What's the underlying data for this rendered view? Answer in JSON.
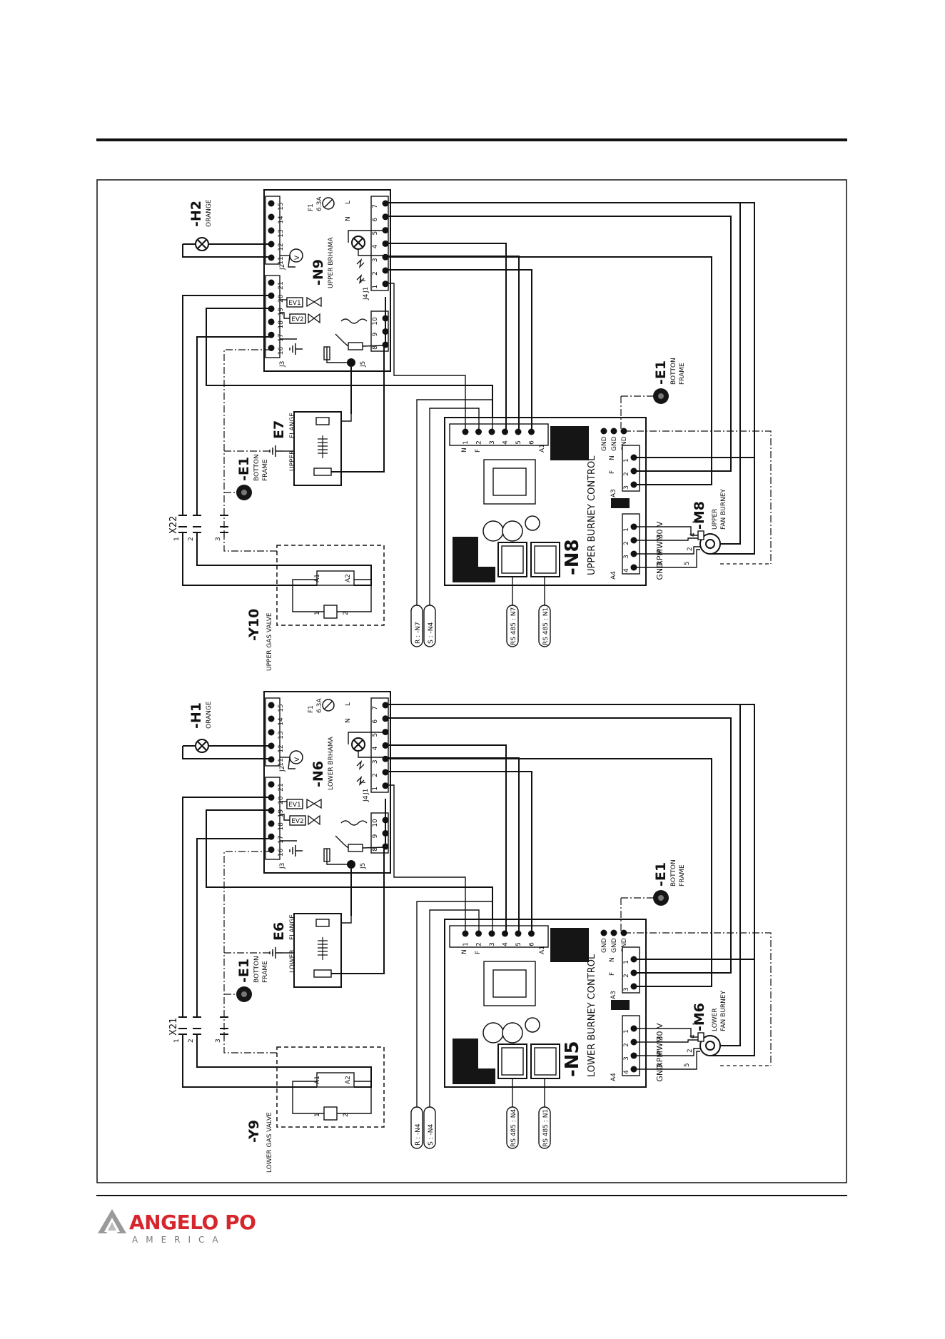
{
  "brand": {
    "name": "ANGELO PO",
    "subtitle": "AMERICA",
    "accent": "#d6262d"
  },
  "colors": {
    "line": "#111111",
    "paper": "#ffffff"
  },
  "icons": [
    "lamp-icon",
    "ground-icon",
    "motor-icon",
    "solenoid-valve-icon",
    "fuse-icon"
  ],
  "upper": {
    "lamp": {
      "id": "-H2",
      "color": "ORANGE"
    },
    "board": {
      "id": "-N9",
      "name": "UPPER BRHAMA",
      "fuse": "F1",
      "fuse_rating": "6.3A",
      "connectors": [
        "J1",
        "J2",
        "J3",
        "J4",
        "J5"
      ],
      "j2_pins": [
        "11",
        "12",
        "13",
        "14",
        "15"
      ],
      "j3_pins": [
        "16",
        "17",
        "18",
        "19",
        "20",
        "21"
      ],
      "j4_pins": [
        "8",
        "9",
        "10"
      ],
      "j1_pins": [
        "1",
        "2",
        "3",
        "4",
        "5",
        "6",
        "7"
      ],
      "n_label": "N",
      "l_label": "L",
      "t_label": "T",
      "ev1": "EV1",
      "ev2": "EV2",
      "v": "V"
    },
    "frame_ground_left": {
      "id": "-E1",
      "line1": "BOTTON",
      "line2": "FRAME"
    },
    "frame_ground_right": {
      "id": "-E1",
      "line1": "BOTTON",
      "line2": "FRAME"
    },
    "flange": {
      "id": "E7",
      "line1": "UPPER",
      "line2": "FLANGE"
    },
    "terminal": {
      "id": "X22",
      "pin1": "1",
      "pin2": "2",
      "pin3": "3"
    },
    "valve": {
      "id": "-Y10",
      "name": "UPPER GAS VALVE",
      "a1": "A1",
      "a2": "A2",
      "c1": "1",
      "c2": "2"
    },
    "controller": {
      "id": "-N8",
      "name": "UPPER BURNEY CONTROL",
      "a1_pins": [
        "1",
        "2",
        "3",
        "4",
        "5",
        "6"
      ],
      "a1": "A1",
      "n": "N",
      "f": "F",
      "gnd": [
        "GND",
        "GND",
        "GND"
      ],
      "a3": "A3",
      "a3_pins": [
        "1",
        "2",
        "3"
      ],
      "a3_n": "N",
      "a3_f": "F",
      "a4": "A4",
      "a4_pins": [
        "1",
        "2",
        "3",
        "4"
      ],
      "a4_signals": [
        "30 V",
        "PWM",
        "RPM",
        "GND"
      ]
    },
    "fan": {
      "id": "-M8",
      "line1": "UPPER",
      "line2": "FAN BURNEY",
      "pins": [
        "1",
        "4",
        "2",
        "5"
      ]
    },
    "tags": {
      "r": "R : -N7",
      "s": "S : -N4",
      "rs1": "RS 485 : N7",
      "rs2": "RS 485 : N1"
    }
  },
  "lower": {
    "lamp": {
      "id": "-H1",
      "color": "ORANGE"
    },
    "board": {
      "id": "-N6",
      "name": "LOWER BRHAMA",
      "fuse": "F1",
      "fuse_rating": "6.3A",
      "connectors": [
        "J1",
        "J2",
        "J3",
        "J4",
        "J5"
      ],
      "j2_pins": [
        "11",
        "12",
        "13",
        "14",
        "15"
      ],
      "j3_pins": [
        "16",
        "17",
        "18",
        "19",
        "20",
        "21"
      ],
      "j4_pins": [
        "8",
        "9",
        "10"
      ],
      "j1_pins": [
        "1",
        "2",
        "3",
        "4",
        "5",
        "6",
        "7"
      ],
      "n_label": "N",
      "l_label": "L",
      "t_label": "T",
      "ev1": "EV1",
      "ev2": "EV2",
      "v": "V"
    },
    "frame_ground_left": {
      "id": "-E1",
      "line1": "BOTTON",
      "line2": "FRAME"
    },
    "frame_ground_right": {
      "id": "-E1",
      "line1": "BOTTON",
      "line2": "FRAME"
    },
    "flange": {
      "id": "E6",
      "line1": "LOWER",
      "line2": "FLANGE"
    },
    "terminal": {
      "id": "X21",
      "pin1": "1",
      "pin2": "2",
      "pin3": "3"
    },
    "valve": {
      "id": "-Y9",
      "name": "LOWER GAS VALVE",
      "a1": "A1",
      "a2": "A2",
      "c1": "1",
      "c2": "2"
    },
    "controller": {
      "id": "-N5",
      "name": "LOWER BURNEY CONTROL",
      "a1_pins": [
        "1",
        "2",
        "3",
        "4",
        "5",
        "6"
      ],
      "a1": "A1",
      "n": "N",
      "f": "F",
      "gnd": [
        "GND",
        "GND",
        "GND"
      ],
      "a3": "A3",
      "a3_pins": [
        "1",
        "2",
        "3"
      ],
      "a3_n": "N",
      "a3_f": "F",
      "a4": "A4",
      "a4_pins": [
        "1",
        "2",
        "3",
        "4"
      ],
      "a4_signals": [
        "30 V",
        "PWM",
        "RPM",
        "GND"
      ]
    },
    "fan": {
      "id": "-M6",
      "line1": "LOWER",
      "line2": "FAN BURNEY",
      "pins": [
        "1",
        "4",
        "2",
        "5"
      ]
    },
    "tags": {
      "r": "R : -N4",
      "s": "S : -N4",
      "rs1": "RS 485 : N4",
      "rs2": "RS 485 : N1"
    }
  }
}
